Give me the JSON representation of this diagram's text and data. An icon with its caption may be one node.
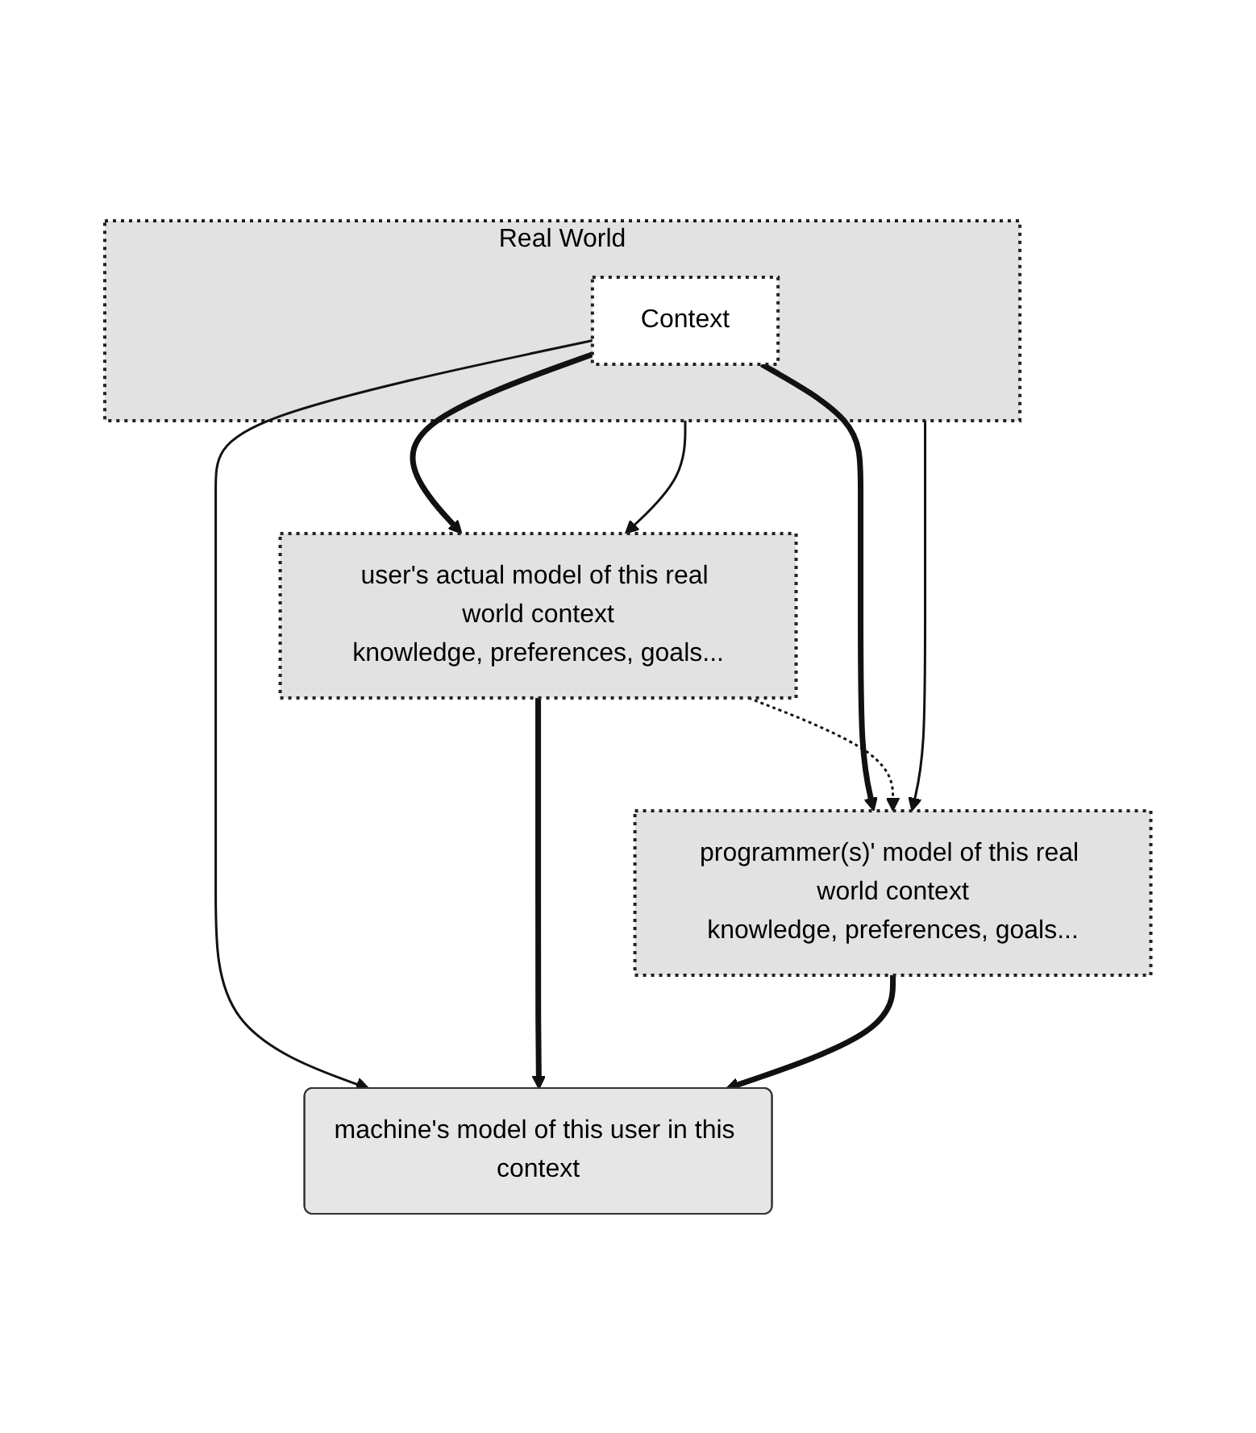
{
  "diagram": {
    "nodes": [
      {
        "text": [
          "Real World"
        ]
      },
      {
        "text": [
          "Context"
        ],
        "in": 0
      },
      {
        "text": [
          "user's actual model of this real world context",
          "knowledge, preferences, goals..."
        ]
      },
      {
        "text": [
          "programmer(s)' model of this real world context",
          "knowledge, preferences, goals..."
        ]
      },
      {
        "text": [
          "machine's model of this user in this context"
        ]
      }
    ],
    "edges": [
      {
        "from": 0,
        "to": 2,
        "arrow": "to"
      },
      {
        "from": 1,
        "to": 2,
        "arrow": "to",
        "style": "thick"
      },
      {
        "from": 1,
        "to": 3,
        "arrow": "to",
        "style": "thick"
      },
      {
        "from": 0,
        "to": 3,
        "arrow": "to"
      },
      {
        "from": 1,
        "to": 4,
        "arrow": "to"
      },
      {
        "from": 2,
        "to": 3,
        "arrow": "to",
        "style": "dashed"
      },
      {
        "from": 2,
        "to": 4,
        "arrow": "to",
        "style": "thick"
      },
      {
        "from": 3,
        "to": 4,
        "arrow": "to",
        "style": "thick"
      }
    ]
  }
}
